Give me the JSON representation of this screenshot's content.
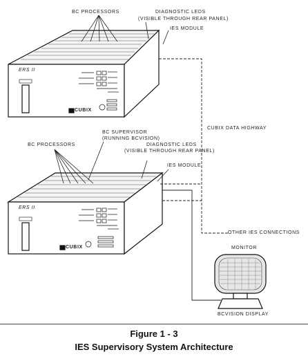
{
  "labels": {
    "top_bc_processors": "BC Processors",
    "top_diag_leds_1": "Diagnostic LEDs",
    "top_diag_leds_2": "(Visible through Rear Panel)",
    "top_ies_module": "IES Module",
    "bc_supervisor_1": "BC Supervisor",
    "bc_supervisor_2": "(Running BCVision)",
    "bottom_bc_processors": "BC Processors",
    "bottom_diag_leds_1": "Diagnostic LEDs",
    "bottom_diag_leds_2": "(Visible through Rear Panel)",
    "bottom_ies_module": "IES Module",
    "cubix_data_highway": "Cubix Data Highway",
    "other_ies_connections": "Other IES Connections",
    "monitor": "Monitor",
    "bcvision_display": "BCVision Display"
  },
  "device": {
    "model": "ERS II",
    "brand": "CUBIX"
  },
  "caption": {
    "figure": "Figure 1 - 3",
    "title": "IES Supervisory System Architecture"
  }
}
